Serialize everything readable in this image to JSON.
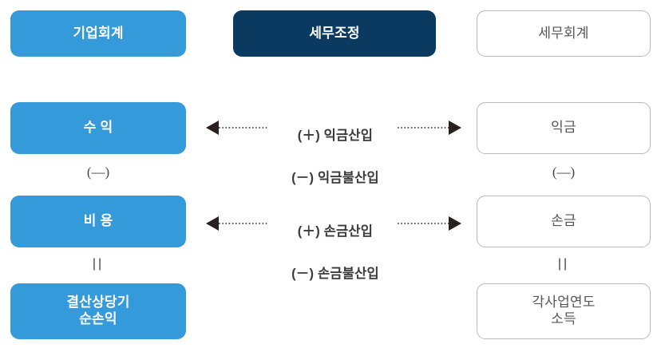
{
  "diagram": {
    "title_row": {
      "columns": [
        {
          "label": "기업회계",
          "style": "filled-light"
        },
        {
          "label": "세무조정",
          "style": "filled-dark"
        },
        {
          "label": "세무회계",
          "style": "outlined"
        }
      ]
    },
    "left_column": {
      "items": [
        {
          "label": "수 익",
          "style": "filled-light"
        },
        {
          "label": "비 용",
          "style": "filled-light"
        },
        {
          "label": "결산상당기\n순손익",
          "style": "filled-light"
        }
      ],
      "operators": [
        "(—)",
        "||"
      ]
    },
    "right_column": {
      "items": [
        {
          "label": "익금",
          "style": "outlined"
        },
        {
          "label": "손금",
          "style": "outlined"
        },
        {
          "label": "각사업연도\n소득",
          "style": "outlined"
        }
      ],
      "operators": [
        "(—)",
        "||"
      ]
    },
    "adjustments": [
      {
        "name": "income-adjustment",
        "add_line": "(＋) 익금산입",
        "sub_line": "(－) 익금불산입"
      },
      {
        "name": "expense-adjustment",
        "add_line": "(＋) 손금산입",
        "sub_line": "(－) 손금불산입"
      }
    ],
    "colors": {
      "accent_light": "#359ada",
      "accent_dark": "#0b3a60",
      "outline": "#b9b9b9",
      "arrow": "#2b2020",
      "text_dark": "#3b3b3b"
    }
  }
}
